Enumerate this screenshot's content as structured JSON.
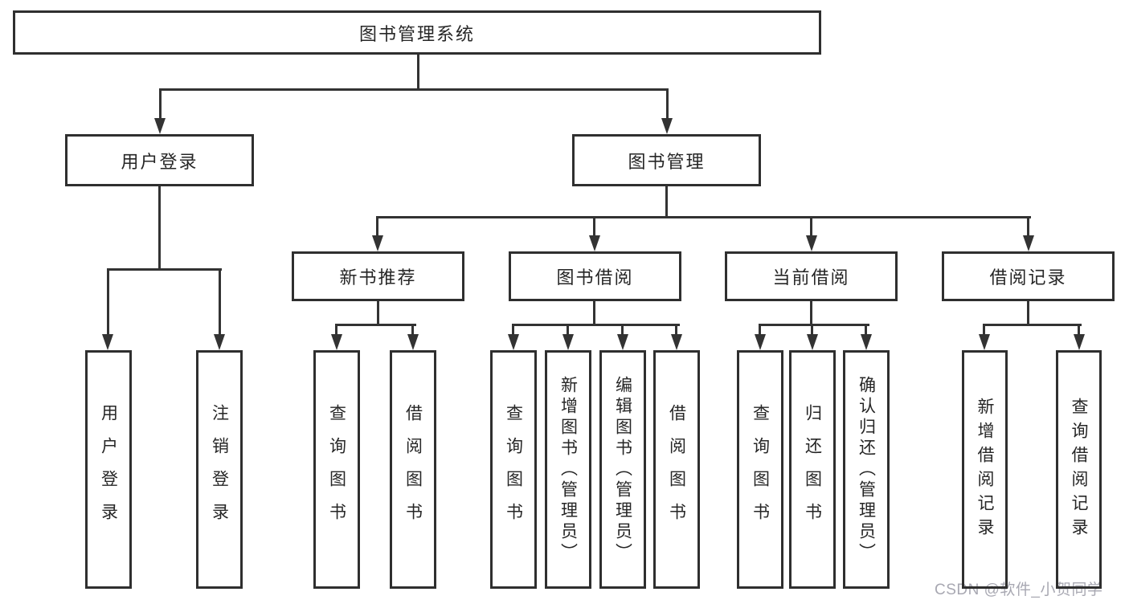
{
  "diagram_title": "图书管理系统",
  "root": {
    "label": "图书管理系统"
  },
  "level2": [
    {
      "label": "用户登录"
    },
    {
      "label": "图书管理"
    }
  ],
  "groups": [
    {
      "label": "新书推荐",
      "parent": "图书管理"
    },
    {
      "label": "图书借阅",
      "parent": "图书管理"
    },
    {
      "label": "当前借阅",
      "parent": "图书管理"
    },
    {
      "label": "借阅记录",
      "parent": "图书管理"
    }
  ],
  "leaves": [
    {
      "label": "用户登录",
      "parent": "用户登录"
    },
    {
      "label": "注销登录",
      "parent": "用户登录"
    },
    {
      "label": "查询图书",
      "parent": "新书推荐"
    },
    {
      "label": "借阅图书",
      "parent": "新书推荐"
    },
    {
      "label": "查询图书",
      "parent": "图书借阅"
    },
    {
      "label": "新增图书（管理员）",
      "parent": "图书借阅"
    },
    {
      "label": "编辑图书（管理员）",
      "parent": "图书借阅"
    },
    {
      "label": "借阅图书",
      "parent": "图书借阅"
    },
    {
      "label": "查询图书",
      "parent": "当前借阅"
    },
    {
      "label": "归还图书",
      "parent": "当前借阅"
    },
    {
      "label": "确认归还（管理员）",
      "parent": "当前借阅"
    },
    {
      "label": "新增借阅记录",
      "parent": "借阅记录"
    },
    {
      "label": "查询借阅记录",
      "parent": "借阅记录"
    }
  ],
  "watermark": {
    "text": "CSDN @软件_小贺同学",
    "color": "#a8a8b2"
  },
  "colors": {
    "line": "#333333",
    "box_border": "#2f2f2f",
    "text": "#262626",
    "background": "#ffffff"
  }
}
